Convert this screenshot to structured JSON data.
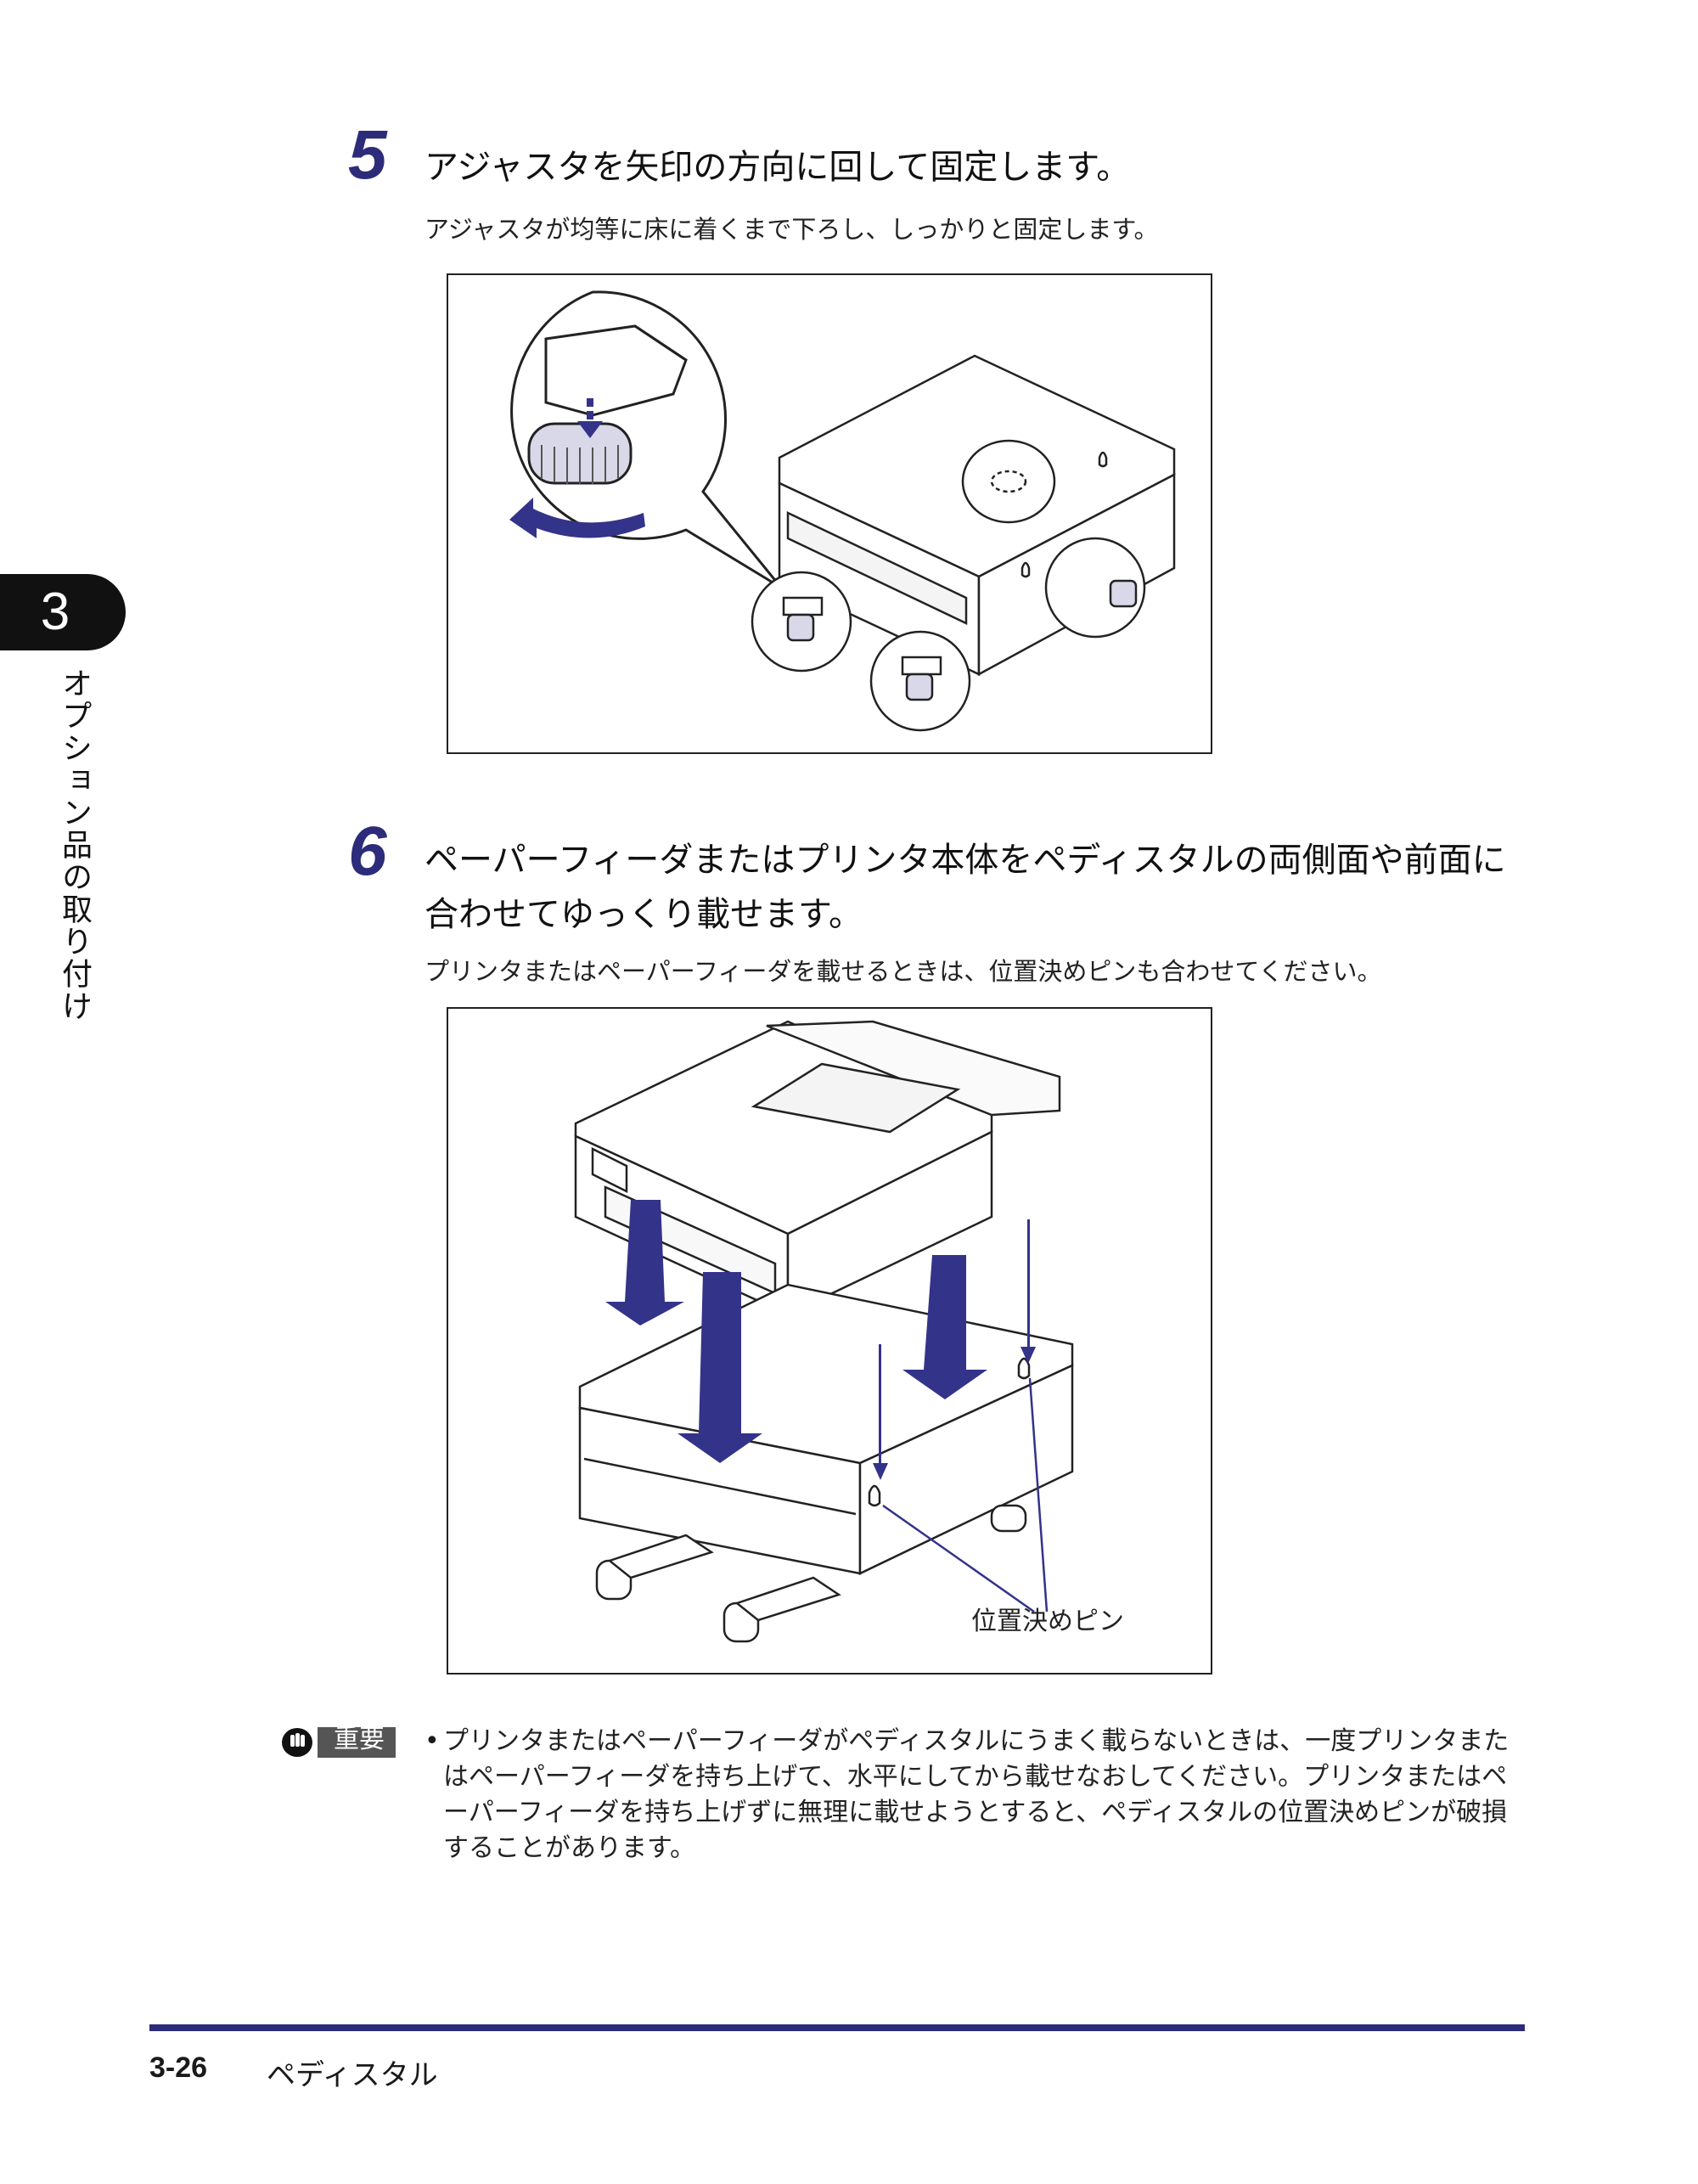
{
  "chapter": {
    "number": "3",
    "title": "オプション品の取り付け"
  },
  "steps": [
    {
      "number": "5",
      "title": "アジャスタを矢印の方向に回して固定します。",
      "description": "アジャスタが均等に床に着くまで下ろし、しっかりと固定します。"
    },
    {
      "number": "6",
      "title_line1": "ペーパーフィーダまたはプリンタ本体をペディスタルの両側面や前面に",
      "title_line2": "合わせてゆっくり載せます。",
      "description": "プリンタまたはペーパーフィーダを載せるときは、位置決めピンも合わせてください。",
      "figure_label": "位置決めピン"
    }
  ],
  "note": {
    "label": "重要",
    "bullet": "•",
    "text": "プリンタまたはペーパーフィーダがペディスタルにうまく載らないときは、一度プリンタまたはペーパーフィーダを持ち上げて、水平にしてから載せなおしてください。プリンタまたはペーパーフィーダを持ち上げずに無理に載せようとすると、ペディスタルの位置決めピンが破損することがあります。"
  },
  "footer": {
    "page": "3-26",
    "section": "ペディスタル"
  },
  "colors": {
    "accent": "#2c2c7a",
    "arrow": "#33338a"
  },
  "icons": {
    "note": "hand-stop-icon"
  }
}
